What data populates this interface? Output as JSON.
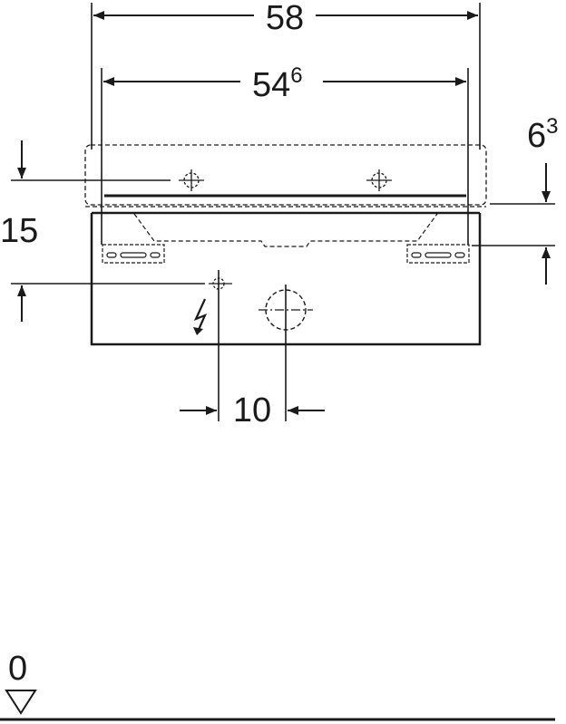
{
  "dimensions": {
    "overall_width": {
      "value": "58"
    },
    "inner_width": {
      "main": "54",
      "sup": "6"
    },
    "top_offset": {
      "main": "6",
      "sup": "3"
    },
    "height_15": {
      "value": "15"
    },
    "spacing_10": {
      "value": "10"
    },
    "floor_level": {
      "value": "0"
    }
  },
  "colors": {
    "ink": "#1a1a1a",
    "background": "#ffffff"
  },
  "icons": [
    "electrical-connection-icon",
    "water-connection-icon",
    "mounting-hole-icon",
    "floor-level-triangle-icon"
  ]
}
